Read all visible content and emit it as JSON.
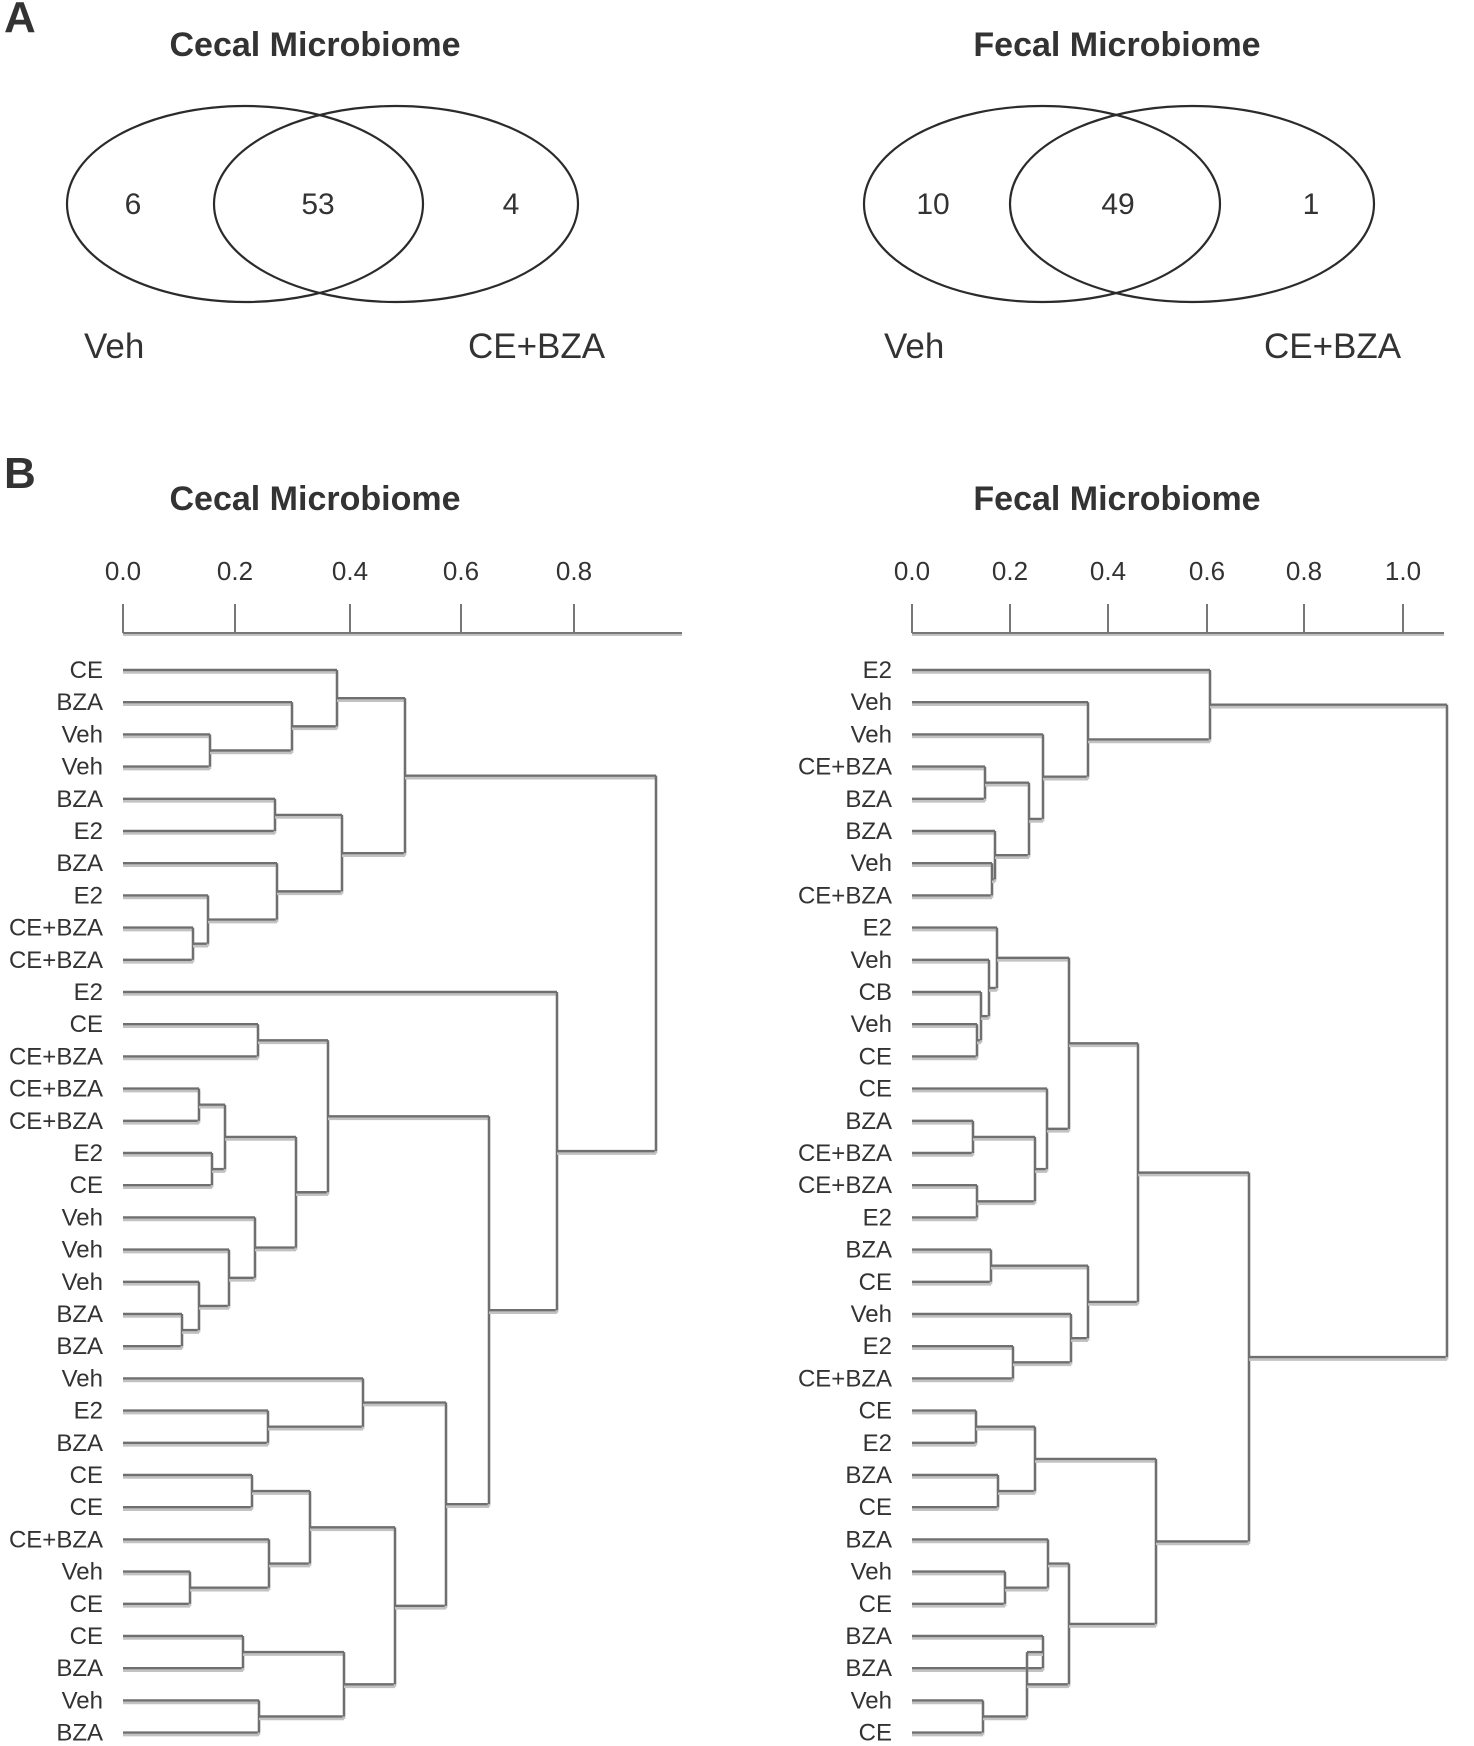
{
  "figure": {
    "panel_a": {
      "letter": "A",
      "venns": [
        {
          "title": "Cecal Microbiome",
          "left_only": "6",
          "shared": "53",
          "right_only": "4",
          "left_set": "Veh",
          "right_set": "CE+BZA"
        },
        {
          "title": "Fecal Microbiome",
          "left_only": "10",
          "shared": "49",
          "right_only": "1",
          "left_set": "Veh",
          "right_set": "CE+BZA"
        }
      ]
    },
    "panel_b": {
      "letter": "B",
      "dendrograms": [
        {
          "title": "Cecal Microbiome",
          "tick_labels": [
            "0.0",
            "0.2",
            "0.4",
            "0.6",
            "0.8"
          ],
          "leaves": [
            "CE",
            "BZA",
            "Veh",
            "Veh",
            "BZA",
            "E2",
            "BZA",
            "E2",
            "CE+BZA",
            "CE+BZA",
            "E2",
            "CE",
            "CE+BZA",
            "CE+BZA",
            "CE+BZA",
            "E2",
            "CE",
            "Veh",
            "Veh",
            "Veh",
            "BZA",
            "BZA",
            "Veh",
            "E2",
            "BZA",
            "CE",
            "CE",
            "CE+BZA",
            "Veh",
            "CE",
            "CE",
            "BZA",
            "Veh",
            "BZA"
          ]
        },
        {
          "title": "Fecal Microbiome",
          "tick_labels": [
            "0.0",
            "0.2",
            "0.4",
            "0.6",
            "0.8",
            "1.0"
          ],
          "leaves": [
            "E2",
            "Veh",
            "Veh",
            "CE+BZA",
            "BZA",
            "BZA",
            "Veh",
            "CE+BZA",
            "E2",
            "Veh",
            "CB",
            "Veh",
            "CE",
            "CE",
            "BZA",
            "CE+BZA",
            "CE+BZA",
            "E2",
            "BZA",
            "CE",
            "Veh",
            "E2",
            "CE+BZA",
            "CE",
            "E2",
            "BZA",
            "CE",
            "BZA",
            "Veh",
            "CE",
            "BZA",
            "BZA",
            "Veh",
            "CE"
          ]
        }
      ]
    }
  }
}
